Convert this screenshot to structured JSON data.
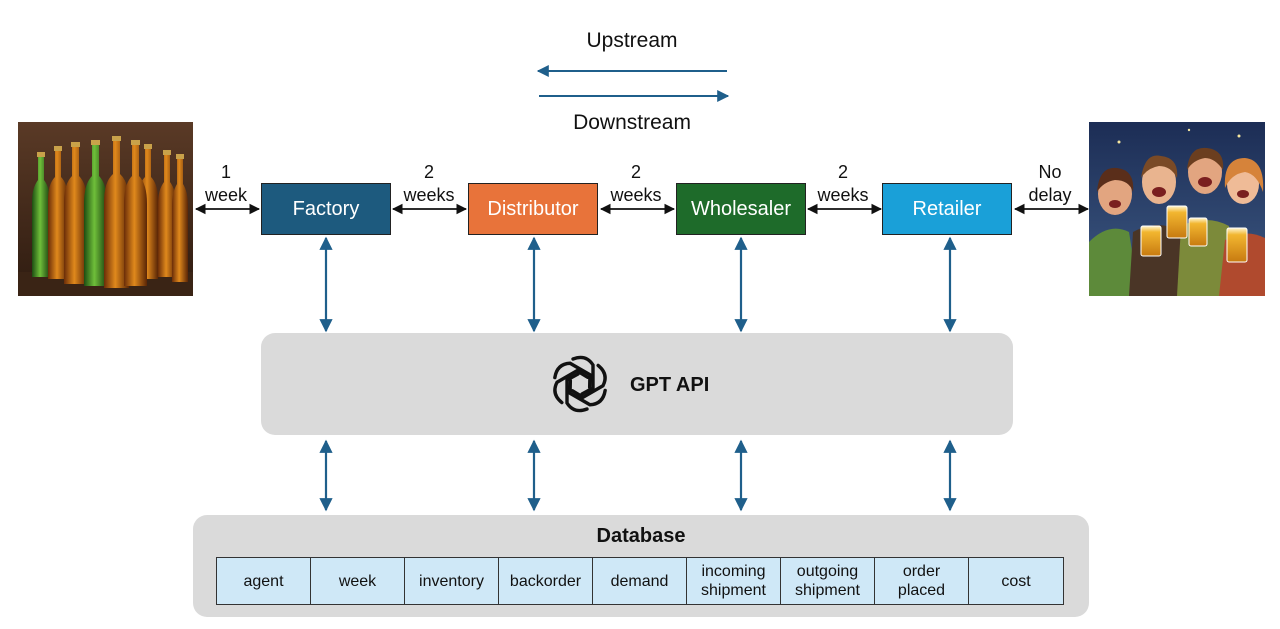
{
  "legend": {
    "upstream_label": "Upstream",
    "downstream_label": "Downstream",
    "arrow_color": "#1f5f8b"
  },
  "supply_chain": {
    "stages": [
      {
        "label": "Factory",
        "color": "#1d5a7e"
      },
      {
        "label": "Distributor",
        "color": "#e8733a"
      },
      {
        "label": "Wholesaler",
        "color": "#1e6b2a"
      },
      {
        "label": "Retailer",
        "color": "#1aa0d8"
      }
    ],
    "delays": [
      {
        "line1": "1",
        "line2": "week"
      },
      {
        "line1": "2",
        "line2": "weeks"
      },
      {
        "line1": "2",
        "line2": "weeks"
      },
      {
        "line1": "2",
        "line2": "weeks"
      },
      {
        "line1": "No",
        "line2": "delay"
      }
    ],
    "left_image": "beer-bottles-image",
    "right_image": "people-cheering-with-beer-image"
  },
  "gpt": {
    "label": "GPT API",
    "icon": "openai-logo-icon"
  },
  "database": {
    "title": "Database",
    "fields": [
      {
        "line1": "agent",
        "line2": ""
      },
      {
        "line1": "week",
        "line2": ""
      },
      {
        "line1": "inventory",
        "line2": ""
      },
      {
        "line1": "backorder",
        "line2": ""
      },
      {
        "line1": "demand",
        "line2": ""
      },
      {
        "line1": "incoming",
        "line2": "shipment"
      },
      {
        "line1": "outgoing",
        "line2": "shipment"
      },
      {
        "line1": "order",
        "line2": "placed"
      },
      {
        "line1": "cost",
        "line2": ""
      }
    ]
  }
}
